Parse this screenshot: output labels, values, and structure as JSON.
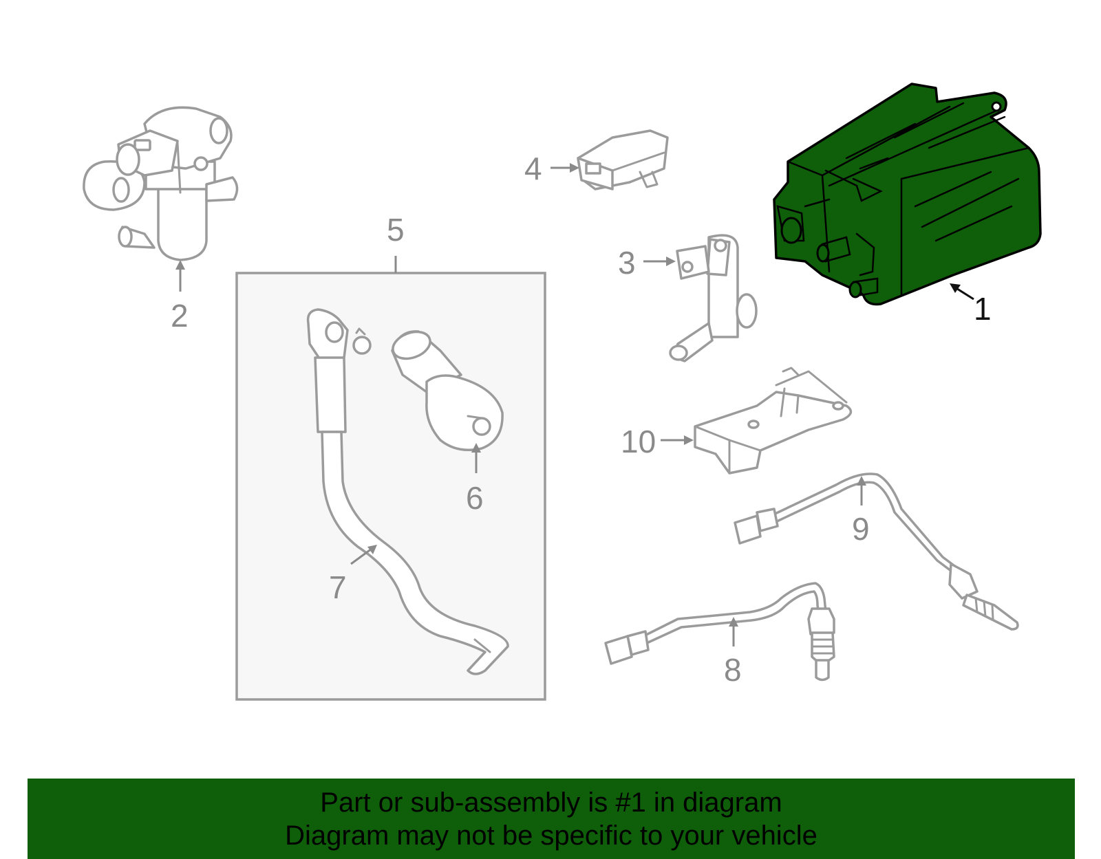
{
  "diagram": {
    "highlight_color": "#0f5f0a",
    "callouts": [
      {
        "id": "1",
        "label": "1",
        "highlighted": true
      },
      {
        "id": "2",
        "label": "2",
        "highlighted": false
      },
      {
        "id": "3",
        "label": "3",
        "highlighted": false
      },
      {
        "id": "4",
        "label": "4",
        "highlighted": false
      },
      {
        "id": "5",
        "label": "5",
        "highlighted": false
      },
      {
        "id": "6",
        "label": "6",
        "highlighted": false
      },
      {
        "id": "7",
        "label": "7",
        "highlighted": false
      },
      {
        "id": "8",
        "label": "8",
        "highlighted": false
      },
      {
        "id": "9",
        "label": "9",
        "highlighted": false
      },
      {
        "id": "10",
        "label": "10",
        "highlighted": false
      }
    ]
  },
  "banner": {
    "line1": "Part or sub-assembly is #1 in diagram",
    "line2": "Diagram may not be specific to your vehicle",
    "background": "#0f5f0a"
  }
}
